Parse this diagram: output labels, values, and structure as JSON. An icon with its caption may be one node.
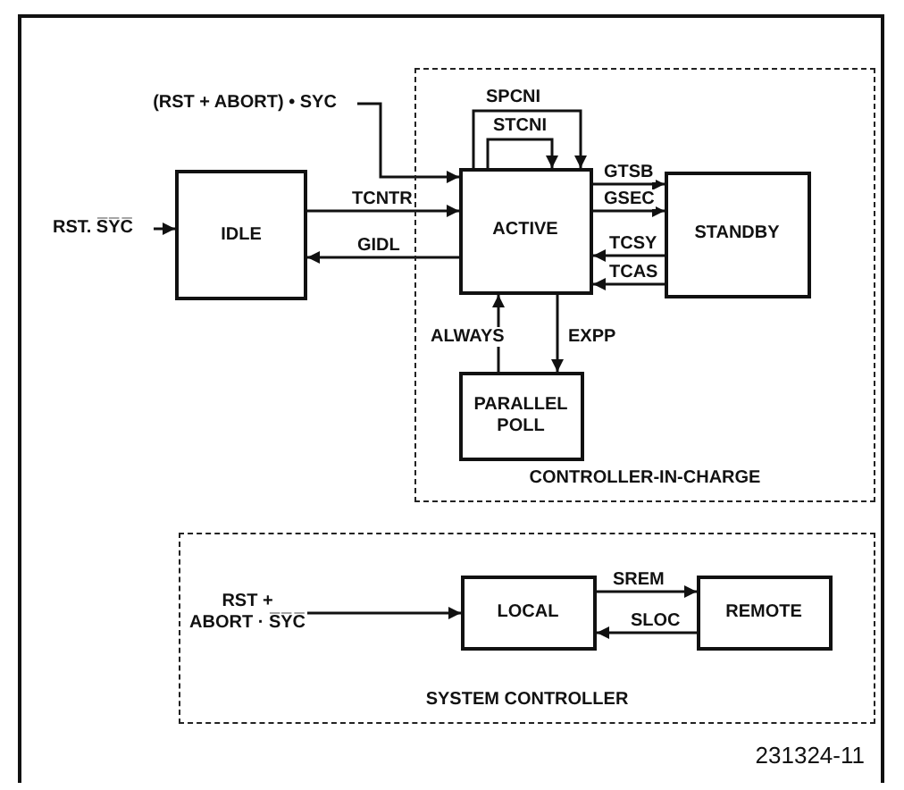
{
  "diagram": {
    "nodes": [
      {
        "text": [
          "CONTROLLER-IN-CHARGE"
        ]
      },
      {
        "text": [
          "IDLE"
        ]
      },
      {
        "text": [
          "ACTIVE"
        ],
        "in": 0
      },
      {
        "text": [
          "STANDBY"
        ],
        "in": 0
      },
      {
        "text": [
          "PARALLEL POLL"
        ],
        "in": 0
      },
      {
        "text": [
          "(RST + ABORT) • SYC"
        ]
      },
      {
        "text": [
          "RST. S̅Y̅C̅"
        ]
      },
      {
        "text": [
          "SYSTEM CONTROLLER"
        ]
      },
      {
        "text": [
          "RST + ABORT · S̅Y̅C̅"
        ],
        "in": 7
      },
      {
        "text": [
          "LOCAL"
        ],
        "in": 7
      },
      {
        "text": [
          "REMOTE"
        ],
        "in": 7
      }
    ],
    "edges": [
      {
        "from": 5,
        "to": 2,
        "arrow": "to"
      },
      {
        "from": 6,
        "to": 1,
        "arrow": "to"
      },
      {
        "from": 1,
        "to": 2,
        "arrow": "to",
        "label": "TCNTR"
      },
      {
        "from": 2,
        "to": 1,
        "arrow": "to",
        "label": "GIDL"
      },
      {
        "from": 2,
        "to": 2,
        "arrow": "to",
        "label": "SPCNI"
      },
      {
        "from": 2,
        "to": 2,
        "arrow": "to",
        "label": "STCNI"
      },
      {
        "from": 2,
        "to": 3,
        "arrow": "to",
        "label": "GTSB"
      },
      {
        "from": 2,
        "to": 3,
        "arrow": "to",
        "label": "GSEC"
      },
      {
        "from": 3,
        "to": 2,
        "arrow": "to",
        "label": "TCSY"
      },
      {
        "from": 3,
        "to": 2,
        "arrow": "to",
        "label": "TCAS"
      },
      {
        "from": 4,
        "to": 2,
        "arrow": "to",
        "label": "ALWAYS"
      },
      {
        "from": 2,
        "to": 4,
        "arrow": "to",
        "label": "EXPP"
      },
      {
        "from": 8,
        "to": 9,
        "arrow": "to"
      },
      {
        "from": 9,
        "to": 10,
        "arrow": "to",
        "label": "SREM"
      },
      {
        "from": 10,
        "to": 9,
        "arrow": "to",
        "label": "SLOC"
      }
    ],
    "labels": [
      "231324-11"
    ]
  }
}
